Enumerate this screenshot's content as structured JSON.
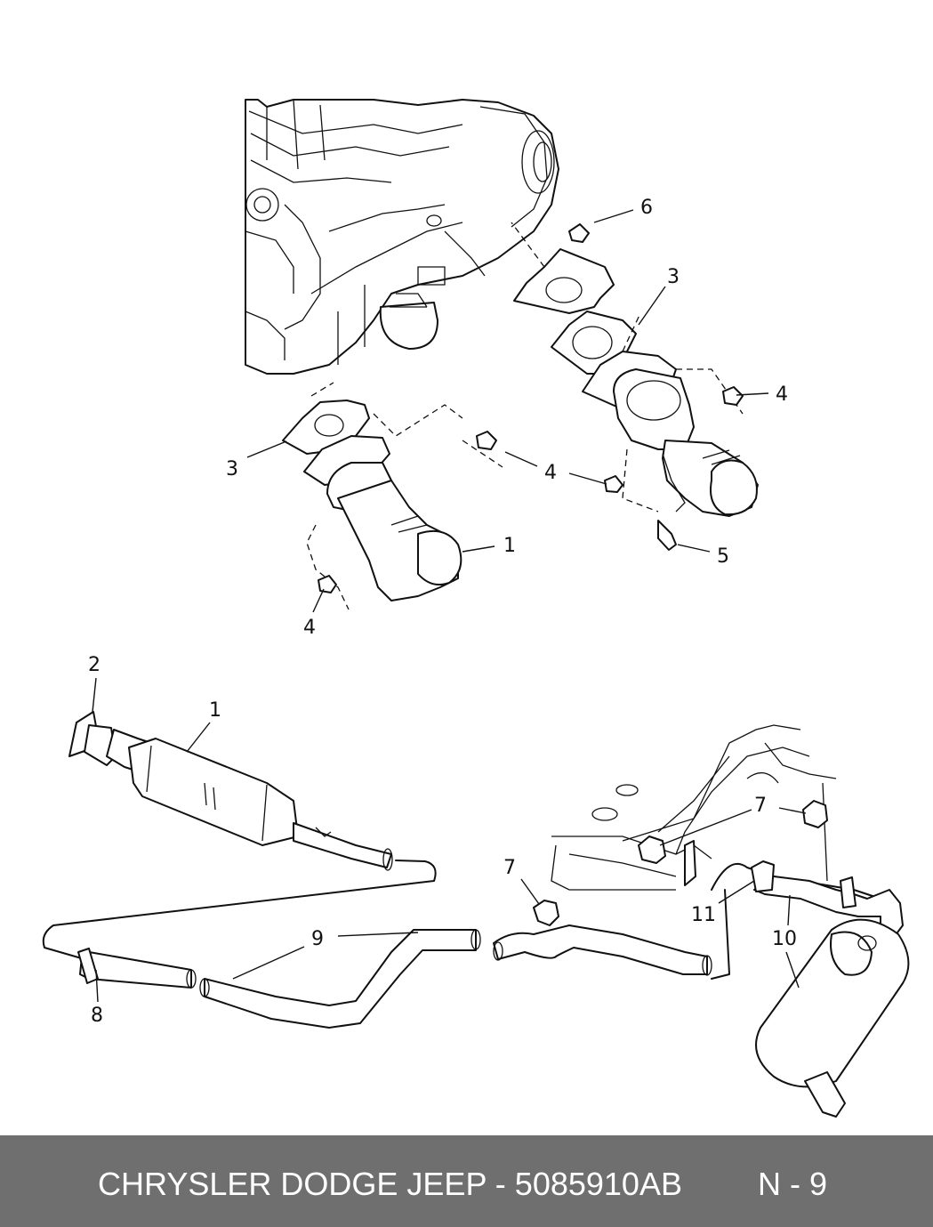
{
  "callouts": {
    "c6": "6",
    "c3_right": "3",
    "c4_right": "4",
    "c3_left": "3",
    "c4_mid": "4",
    "c1_top": "1",
    "c5": "5",
    "c4_bottom": "4",
    "c2": "2",
    "c1_bottom": "1",
    "c7_right": "7",
    "c7_left": "7",
    "c9": "9",
    "c11": "11",
    "c10": "10",
    "c8": "8"
  },
  "footer": {
    "part_text": "CHRYSLER DODGE JEEP - 5085910AB",
    "code": "N - 9"
  },
  "colors": {
    "footer_bg": "#6f6f6f",
    "footer_text": "#ffffff",
    "line": "#111111"
  }
}
